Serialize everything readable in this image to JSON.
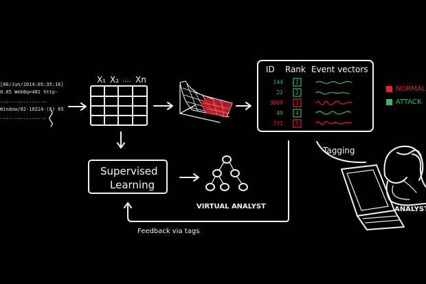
{
  "log_lines": [
    "[06/Jun/2014:05:35:16]",
    "0.05 Web8q=481 http-",
    "................",
    "Window/02-10214-(F) 65",
    "................"
  ],
  "table_header": {
    "x1": "X₁",
    "x2": "X₂",
    "dots": "....",
    "xn": "Xn"
  },
  "event_table": {
    "headers": [
      "ID",
      "Rank",
      "Event vectors"
    ],
    "rows": [
      {
        "id": "144",
        "rank": "1",
        "status": "attack"
      },
      {
        "id": "22",
        "rank": "2",
        "status": "attack"
      },
      {
        "id": "3069",
        "rank": "3",
        "status": "normal"
      },
      {
        "id": "49",
        "rank": "4",
        "status": "attack"
      },
      {
        "id": "731",
        "rank": "5",
        "status": "normal"
      }
    ]
  },
  "legend": [
    {
      "label": "NORMAL",
      "color": "#e0262c",
      "text_color": "#e0262c"
    },
    {
      "label": "ATTACK",
      "color": "#3db36b",
      "text_color": "#3db36b"
    }
  ],
  "supervised_learning": {
    "line1": "Supervised",
    "line2": "Learning"
  },
  "virtual_analyst_label": "VIRTUAL ANALYST",
  "feedback_label": "Feedback via tags",
  "tagging_label": "Tagging",
  "analyst_label": "ANALYST",
  "colors": {
    "chalk": "#f2f2f2",
    "red": "#e0262c",
    "green": "#3db36b"
  }
}
